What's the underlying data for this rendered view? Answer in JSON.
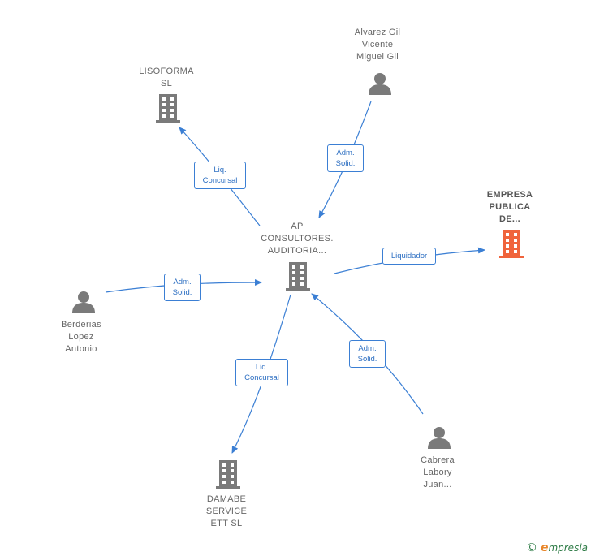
{
  "nodes": {
    "center": {
      "label_lines": [
        "AP",
        "CONSULTORES.",
        "AUDITORIA..."
      ]
    },
    "lisoforma": {
      "label_lines": [
        "LISOFORMA",
        "SL"
      ]
    },
    "alvarez": {
      "label_lines": [
        "Alvarez Gil",
        "Vicente",
        "Miguel Gil"
      ]
    },
    "empresa": {
      "label_lines": [
        "EMPRESA",
        "PUBLICA",
        "DE..."
      ]
    },
    "berderias": {
      "label_lines": [
        "Berderias",
        "Lopez",
        "Antonio"
      ]
    },
    "damabe": {
      "label_lines": [
        "DAMABE",
        "SERVICE",
        "ETT SL"
      ]
    },
    "cabrera": {
      "label_lines": [
        "Cabrera",
        "Labory",
        "Juan..."
      ]
    }
  },
  "edges": {
    "liq_concursal_1": [
      "Liq.",
      "Concursal"
    ],
    "adm_solid_1": [
      "Adm.",
      "Solid."
    ],
    "liquidador": [
      "Liquidador"
    ],
    "adm_solid_2": [
      "Adm.",
      "Solid."
    ],
    "liq_concursal_2": [
      "Liq.",
      "Concursal"
    ],
    "adm_solid_3": [
      "Adm.",
      "Solid."
    ]
  },
  "colors": {
    "edge": "#3b7fd4",
    "building": "#7a7a7a",
    "building_highlight": "#f0643c",
    "person": "#7a7a7a"
  },
  "footer": {
    "copyright": "©",
    "brand_first": "e",
    "brand_rest": "mpresia"
  }
}
